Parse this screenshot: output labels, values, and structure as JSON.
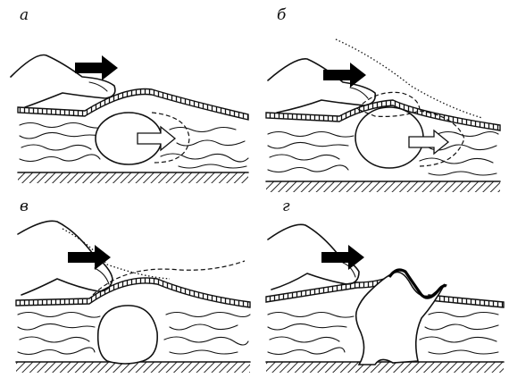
{
  "figure": {
    "panels": [
      {
        "id": "a",
        "label": "а"
      },
      {
        "id": "b",
        "label": "б"
      },
      {
        "id": "v",
        "label": "в"
      },
      {
        "id": "g",
        "label": "г"
      }
    ]
  }
}
